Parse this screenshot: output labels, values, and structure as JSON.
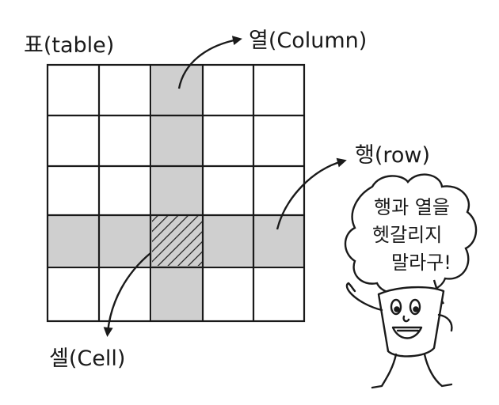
{
  "labels": {
    "table": "표(table)",
    "column": "열(Column)",
    "row": "행(row)",
    "cell": "셀(Cell)"
  },
  "speech_bubble": {
    "lines": [
      "행과 열을",
      "헷갈리지",
      "말라구!"
    ]
  },
  "grid": {
    "rows": 5,
    "cols": 5,
    "highlighted_column": 3,
    "highlighted_row": 4,
    "hatched_cell": "row 4, column 3"
  },
  "colors": {
    "ink": "#1a1a1a",
    "highlight": "#cfcfcf",
    "background": "#ffffff"
  },
  "icons": [
    "arrow-icon",
    "hatch-pattern",
    "character-mascot",
    "speech-bubble"
  ]
}
